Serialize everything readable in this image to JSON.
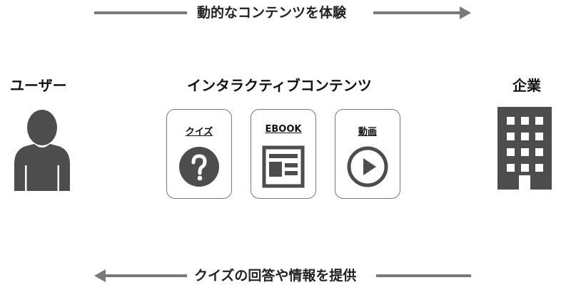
{
  "top_flow": {
    "label": "動的なコンテンツを体験",
    "direction": "right"
  },
  "bottom_flow": {
    "label": "クイズの回答や情報を提供",
    "direction": "left"
  },
  "user": {
    "title": "ユーザー",
    "icon": "person-icon"
  },
  "center": {
    "title": "インタラクティブコンテンツ",
    "cards": [
      {
        "label": "クイズ",
        "icon": "question-circle-icon"
      },
      {
        "label": "EBOOK",
        "icon": "ebook-layout-icon"
      },
      {
        "label": "動画",
        "icon": "play-circle-icon"
      }
    ]
  },
  "company": {
    "title": "企業",
    "icon": "building-icon"
  },
  "colors": {
    "arrow": "#7a7a7a",
    "icon": "#4d4d4d",
    "card_border": "#777777"
  }
}
